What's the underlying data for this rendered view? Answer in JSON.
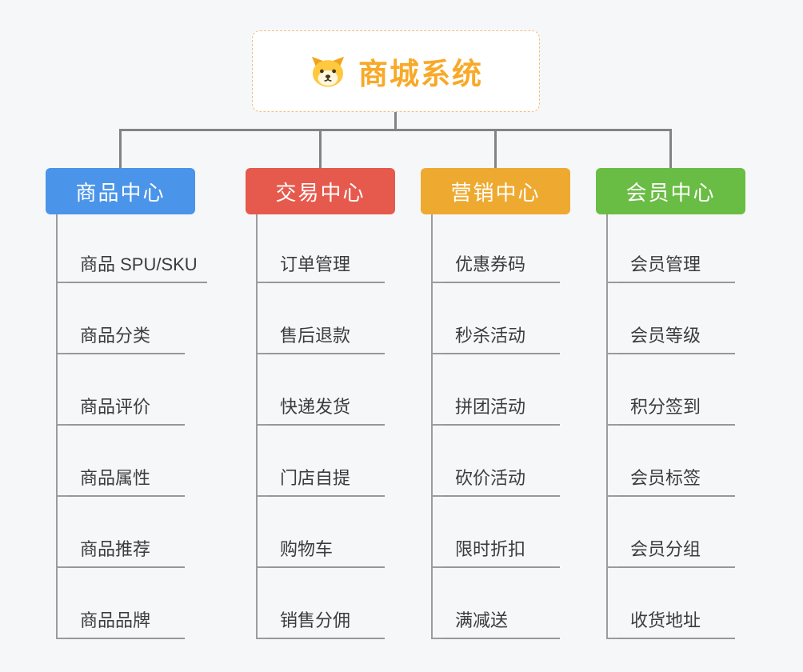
{
  "root": {
    "title": "商城系统",
    "icon": "dog-icon"
  },
  "branches": [
    {
      "label": "商品中心",
      "color": "#4a94e9",
      "children": [
        "商品 SPU/SKU",
        "商品分类",
        "商品评价",
        "商品属性",
        "商品推荐",
        "商品品牌"
      ]
    },
    {
      "label": "交易中心",
      "color": "#e65a4d",
      "children": [
        "订单管理",
        "售后退款",
        "快递发货",
        "门店自提",
        "购物车",
        "销售分佣"
      ]
    },
    {
      "label": "营销中心",
      "color": "#eeaa30",
      "children": [
        "优惠券码",
        "秒杀活动",
        "拼团活动",
        "砍价活动",
        "限时折扣",
        "满减送"
      ]
    },
    {
      "label": "会员中心",
      "color": "#6abd44",
      "children": [
        "会员管理",
        "会员等级",
        "积分签到",
        "会员标签",
        "会员分组",
        "收货地址"
      ]
    }
  ]
}
